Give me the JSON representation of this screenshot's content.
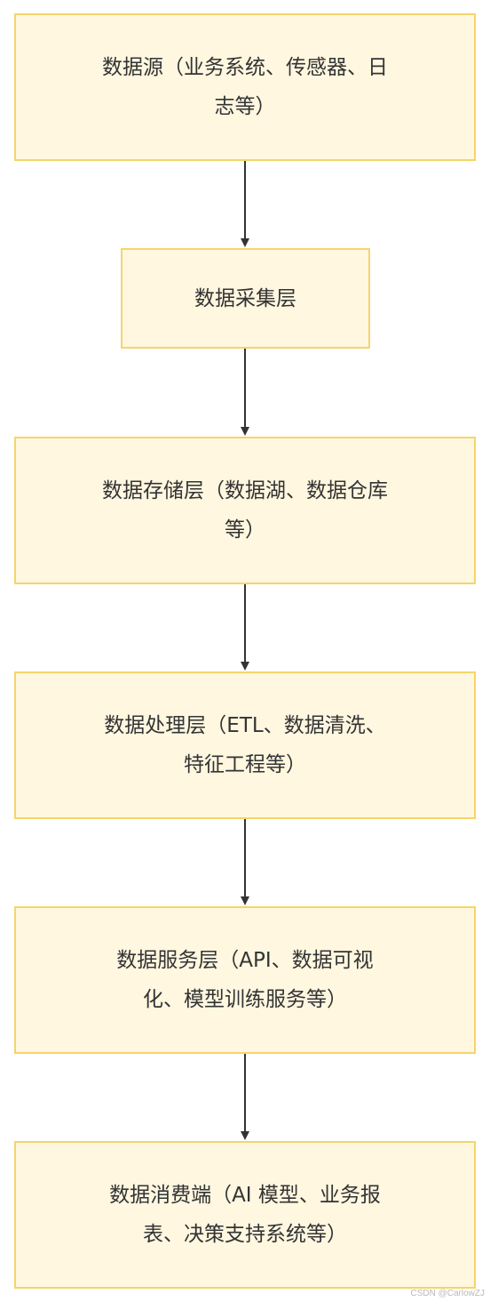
{
  "flowchart": {
    "nodes": [
      {
        "id": "source",
        "lines": [
          "数据源（业务系统、传感器、日",
          "志等）"
        ]
      },
      {
        "id": "collection",
        "lines": [
          "数据采集层"
        ]
      },
      {
        "id": "storage",
        "lines": [
          "数据存储层（数据湖、数据仓库",
          "等）"
        ]
      },
      {
        "id": "processing",
        "lines": [
          "数据处理层（ETL、数据清洗、",
          "特征工程等）"
        ]
      },
      {
        "id": "service",
        "lines": [
          "数据服务层（API、数据可视",
          "化、模型训练服务等）"
        ]
      },
      {
        "id": "consumer",
        "lines": [
          "数据消费端（AI 模型、业务报",
          "表、决策支持系统等）"
        ]
      }
    ],
    "edges": [
      {
        "from": "source",
        "to": "collection"
      },
      {
        "from": "collection",
        "to": "storage"
      },
      {
        "from": "storage",
        "to": "processing"
      },
      {
        "from": "processing",
        "to": "service"
      },
      {
        "from": "service",
        "to": "consumer"
      }
    ],
    "colors": {
      "node_fill": "#fff7e0",
      "node_border": "#f5d56a",
      "edge": "#333333",
      "text": "#333333"
    }
  },
  "watermark": "CSDN @CarlowZJ"
}
